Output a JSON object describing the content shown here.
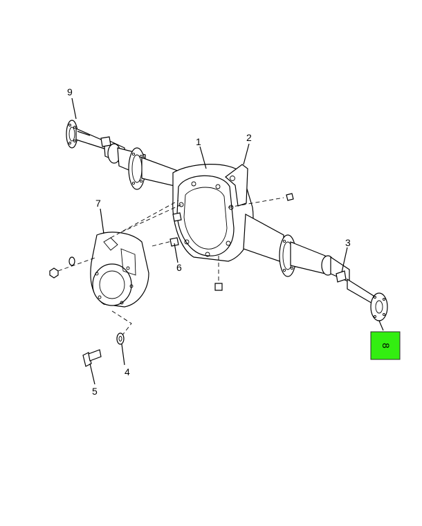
{
  "callouts": {
    "c1": "1",
    "c2": "2",
    "c3": "3",
    "c4": "4",
    "c5": "5",
    "c6": "6",
    "c7": "7",
    "c8": "8",
    "c9": "9"
  },
  "highlight": {
    "callout": "8",
    "color": "#33ee11"
  }
}
